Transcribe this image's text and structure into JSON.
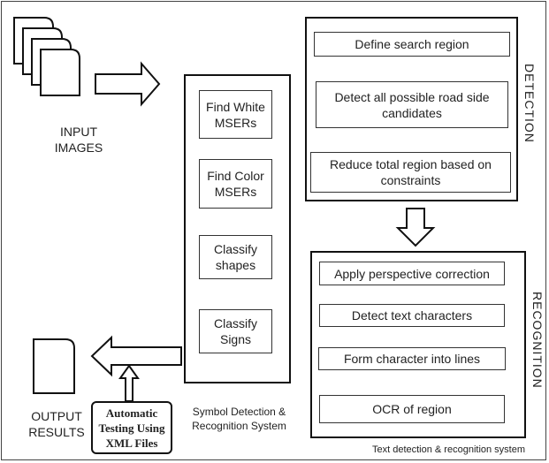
{
  "input": {
    "label_line1": "INPUT",
    "label_line2": "IMAGES"
  },
  "output": {
    "label_line1": "OUTPUT",
    "label_line2": "RESULTS"
  },
  "testing": {
    "line1": "Automatic",
    "line2": "Testing Using",
    "line3": "XML Files"
  },
  "symbol_system": {
    "caption_line1": "Symbol Detection &",
    "caption_line2": "Recognition System",
    "steps": [
      {
        "line1": "Find White",
        "line2": "MSERs"
      },
      {
        "line1": "Find Color",
        "line2": "MSERs"
      },
      {
        "line1": "Classify",
        "line2": "shapes"
      },
      {
        "line1": "Classify",
        "line2": "Signs"
      }
    ]
  },
  "detection": {
    "title": "DETECTION",
    "steps": [
      {
        "line1": "Define search region",
        "line2": ""
      },
      {
        "line1": "Detect all possible road side",
        "line2": "candidates"
      },
      {
        "line1": "Reduce total region based on",
        "line2": "constraints"
      }
    ]
  },
  "recognition": {
    "title": "RECOGNITION",
    "caption": "Text detection & recognition system",
    "steps": [
      {
        "line1": "Apply perspective correction"
      },
      {
        "line1": "Detect text characters"
      },
      {
        "line1": "Form character into lines"
      },
      {
        "line1": "OCR of region"
      }
    ]
  },
  "colors": {
    "stroke": "#111111",
    "text": "#222222",
    "background": "#ffffff"
  }
}
